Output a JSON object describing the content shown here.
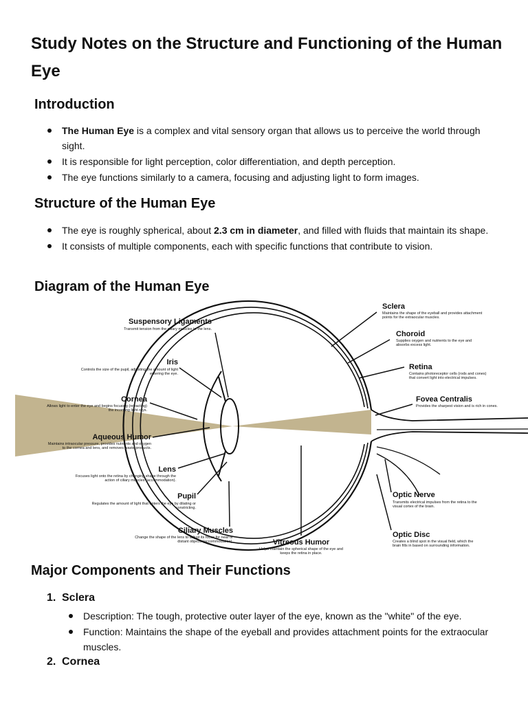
{
  "title": "Study Notes on the Structure and Functioning of the Human Eye",
  "intro": {
    "heading": "Introduction",
    "b1_bold": "The Human Eye",
    "b1_rest": " is a complex and vital sensory organ that allows us to perceive the world through sight.",
    "b2": "It is responsible for light perception, color differentiation, and depth perception.",
    "b3": "The eye functions similarly to a camera, focusing and adjusting light to form images."
  },
  "structure": {
    "heading": "Structure of the Human Eye",
    "b1_pre": "The eye is roughly spherical, about ",
    "b1_bold": "2.3 cm in diameter",
    "b1_post": ", and filled with fluids that maintain its shape.",
    "b2": "It consists of multiple components, each with specific functions that contribute to vision."
  },
  "diagram": {
    "heading": "Diagram of the Human Eye",
    "colors": {
      "light_beam": "#c2b48f",
      "outline": "#111111"
    },
    "labels": {
      "sclera": {
        "name": "Sclera",
        "desc1": "Maintains the shape of the eyeball and provides attachment",
        "desc2": "points for the extraocular muscles."
      },
      "choroid": {
        "name": "Choroid",
        "desc1": "Supplies oxygen and nutrients to the eye and",
        "desc2": "absorbs excess light."
      },
      "retina": {
        "name": "Retina",
        "desc1": "Contains photoreceptor cells (rods and cones)",
        "desc2": "that convert light into electrical impulses."
      },
      "fovea": {
        "name": "Fovea Centralis",
        "desc1": "Provides the sharpest vision and is rich in cones."
      },
      "suspensory": {
        "name": "Suspensory Ligaments",
        "desc1": "Transmit tension from the ciliary muscles to the lens."
      },
      "iris": {
        "name": "Iris",
        "desc1": "Controls the size of the pupil, adjusting the amount of light",
        "desc2": "entering the eye."
      },
      "cornea": {
        "name": "Cornea",
        "desc1": "Allows light to enter the eye and begins focusing (refracting)",
        "desc2": "the incoming light rays."
      },
      "aqueous": {
        "name": "Aqueous Humor",
        "desc1": "Maintains intraocular pressure, provides nutrients and oxygen",
        "desc2": "to the cornea and lens, and removes waste products."
      },
      "lens": {
        "name": "Lens",
        "desc1": "Focuses light onto the retina by changing shape through the",
        "desc2": "action of ciliary muscles (accommodation)."
      },
      "pupil": {
        "name": "Pupil",
        "desc1": "Regulates the amount of light that enters the eye by dilating or",
        "desc2": "constricting."
      },
      "ciliary": {
        "name": "Ciliary Muscles",
        "desc1": "Change the shape of the lens to adjust its focus for near or",
        "desc2": "distant objects (accommodation)."
      },
      "vitreous": {
        "name": "Vitreous Humor",
        "desc1": "Helps maintain the spherical shape of the eye and",
        "desc2": "keeps the retina in place."
      },
      "optic_nerve": {
        "name": "Optic Nerve",
        "desc1": "Transmits electrical impulses from the retina to the",
        "desc2": "visual cortex of the brain."
      },
      "optic_disc": {
        "name": "Optic Disc",
        "desc1": "Creates a blind spot in the visual field, which the",
        "desc2": "brain fills in based on surrounding information."
      }
    }
  },
  "major": {
    "heading": "Major Components and Their Functions",
    "items": [
      {
        "num": "1.",
        "name": "Sclera",
        "desc": "Description: The tough, protective outer layer of the eye, known as the \"white\" of the eye.",
        "func": "Function: Maintains the shape of the eyeball and provides attachment points for the extraocular muscles."
      },
      {
        "num": "2.",
        "name": "Cornea"
      }
    ]
  }
}
